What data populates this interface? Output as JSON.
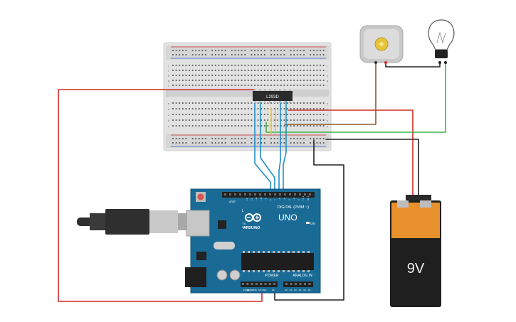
{
  "chip": {
    "label": "L293D"
  },
  "arduino": {
    "brand": "ARDUINO",
    "model": "UNO",
    "digital_label": "DIGITAL (PWM ~)",
    "power_label": "POWER",
    "analog_label": "ANALOG IN",
    "tx_label": "TX",
    "rx_label": "RX",
    "l_label": "L",
    "on_label": "ON",
    "aref_label": "AREF",
    "gnd_label": "GND",
    "ioref_label": "IOREF",
    "reset_label": "RESET",
    "v33_label": "3.3V",
    "v5_label": "5V",
    "vin_label": "Vin",
    "digital_pins": [
      "13",
      "12",
      "~11",
      "~10",
      "~9",
      "8",
      "7",
      "~6",
      "~5",
      "4",
      "~3",
      "2",
      "TX 1",
      "RX 0"
    ],
    "analog_pins": [
      "A0",
      "A1",
      "A2",
      "A3",
      "A4",
      "A5"
    ]
  },
  "breadboard": {
    "row_letters_top": [
      "j",
      "i",
      "h",
      "g",
      "f"
    ],
    "row_letters_bottom": [
      "e",
      "d",
      "c",
      "b",
      "a"
    ]
  },
  "battery": {
    "label": "9V"
  },
  "colors": {
    "wire_red": "#d22a2a",
    "wire_black": "#222222",
    "wire_blue": "#1f8fc8",
    "wire_yellow": "#e8c531",
    "wire_green": "#3db34a",
    "wire_brown": "#8b5a2b",
    "board_blue": "#1a6a96",
    "battery_orange": "#e8902b",
    "battery_black": "#1f1f1f"
  },
  "icons": [
    "dc-motor-icon",
    "light-bulb-icon",
    "usb-cable-icon",
    "arduino-logo-icon"
  ]
}
